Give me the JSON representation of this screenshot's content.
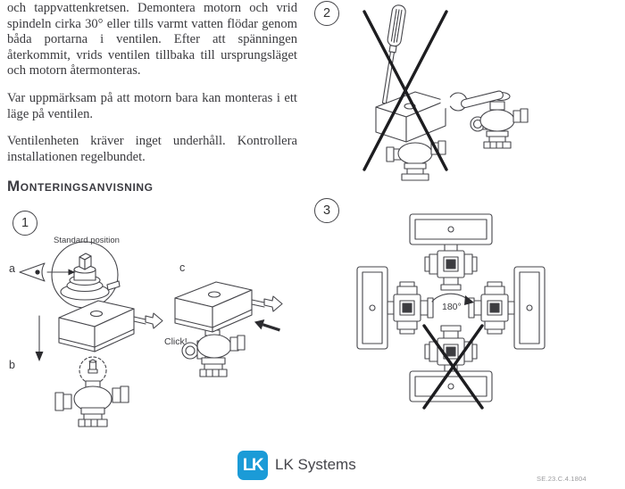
{
  "content": {
    "paragraphs": [
      "och tappvattenkretsen. Demontera motorn och vrid spindeln cirka 30° eller tills varmt vatten flödar genom båda portarna i ventilen. Efter att spänningen återkommit, vrids ventilen tillbaka till ursprungsläget och motorn återmonteras.",
      "Var uppmärksam på att motorn bara kan monteras i ett läge på ventilen.",
      "Ventilenheten kräver inget underhåll. Kontrollera installationen regelbundet."
    ],
    "heading": "Monteringsanvisning"
  },
  "figures": {
    "fig1": {
      "number": "1",
      "standard_position": "Standard position",
      "label_a": "a",
      "label_b": "b",
      "label_c": "c",
      "click": "Click!"
    },
    "fig2": {
      "number": "2"
    },
    "fig3": {
      "number": "3",
      "rotation": "180°"
    }
  },
  "footer": {
    "logo_text": "LK",
    "brand": "LK Systems",
    "doc_code": "SE.23.C.4.1804"
  },
  "colors": {
    "brand_blue": "#1b9bd7",
    "line_color": "#45454a",
    "text_color": "#3a3a3e"
  }
}
